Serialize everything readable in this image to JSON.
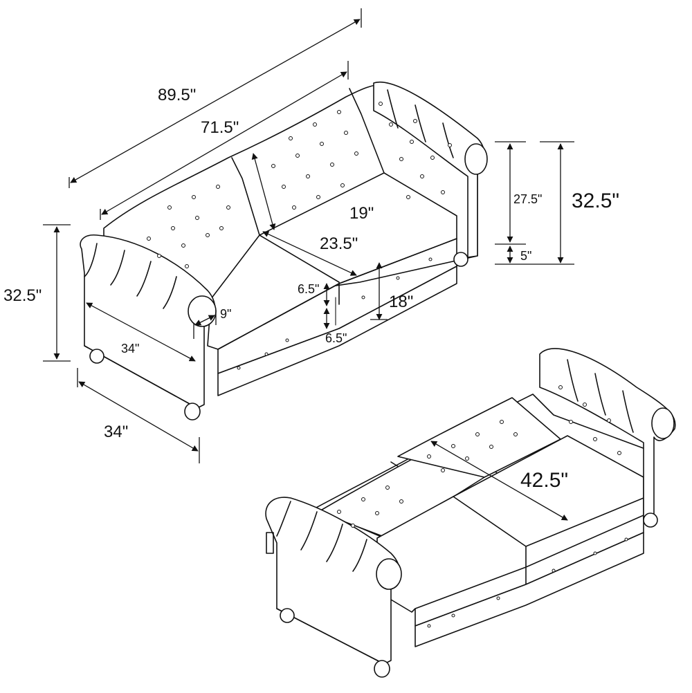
{
  "dimensions": {
    "overall_width": "89.5\"",
    "seat_width": "71.5\"",
    "overall_height_front": "32.5\"",
    "overall_height_right": "32.5\"",
    "back_height": "27.5\"",
    "leg_height": "5\"",
    "seat_depth": "23.5\"",
    "back_cushion_height": "19\"",
    "seat_height": "18\"",
    "arm_depth": "34\"",
    "overall_depth": "34\"",
    "arm_width": "9\"",
    "cushion_thickness_top": "6.5\"",
    "cushion_thickness_bottom": "6.5\"",
    "bed_depth": "42.5\""
  }
}
